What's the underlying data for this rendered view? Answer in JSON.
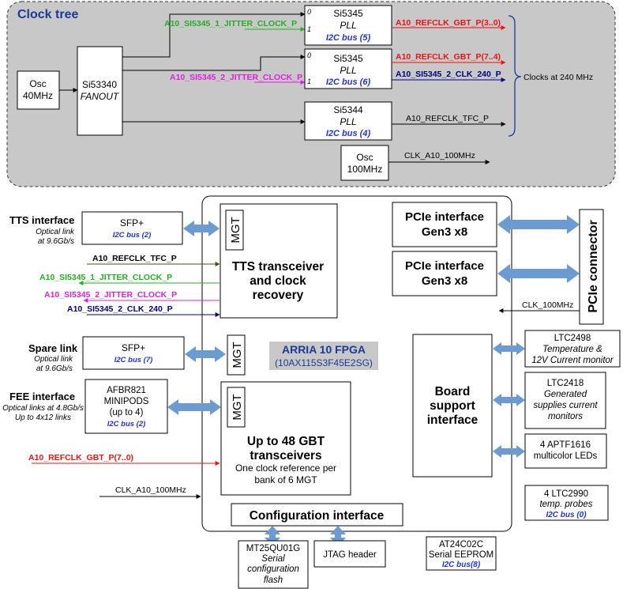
{
  "clock_tree": {
    "title": "Clock tree",
    "osc40": [
      "Osc",
      "40MHz"
    ],
    "fanout": [
      "Si53340",
      "FANOUT"
    ],
    "pll1": {
      "name": "Si5345",
      "type": "PLL",
      "bus": "I2C bus (5)",
      "in0": "0",
      "in1": "1"
    },
    "pll2": {
      "name": "Si5345",
      "type": "PLL",
      "bus": "I2C bus (6)",
      "in0": "0",
      "in1": "1"
    },
    "pll3": {
      "name": "Si5344",
      "type": "PLL",
      "bus": "I2C bus (4)"
    },
    "osc100": [
      "Osc",
      "100MHz"
    ],
    "sig_jitter1": "A10_SI5345_1_JITTER_CLOCK_P",
    "sig_jitter2": "A10_SI5345_2_JITTER_CLOCK_P",
    "sig_gbt_0_3": "A10_REFCLK_GBT_P(3..0)",
    "sig_gbt_7_4": "A10_REFCLK_GBT_P(7..4)",
    "sig_clk240": "A10_SI5345_2_CLK_240_P",
    "sig_tfc": "A10_REFCLK_TFC_P",
    "sig_clk100": "CLK_A10_100MHz",
    "clocks_note": "Clocks at 240 MHz"
  },
  "fpga": {
    "title": "ARRIA 10 FPGA",
    "part": "(10AX115S3F45E2SG)",
    "mgt": "MGT",
    "tts": [
      "TTS transceiver",
      "and clock",
      "recovery"
    ],
    "gbt": [
      "Up to 48 GBT",
      "transceivers",
      "One clock reference per",
      "bank of 6 MGT"
    ],
    "pcie1": [
      "PCIe interface",
      "Gen3 x8"
    ],
    "pcie2": [
      "PCIe interface",
      "Gen3 x8"
    ],
    "bsi": [
      "Board",
      "support",
      "interface"
    ],
    "config": "Configuration interface"
  },
  "left": {
    "tts_title": "TTS interface",
    "tts_sub": [
      "Optical link",
      "at 9.6Gb/s"
    ],
    "sfp1": {
      "name": "SFP+",
      "bus": "I2C bus (2)"
    },
    "spare_title": "Spare link",
    "spare_sub": [
      "Optical link",
      "at 9.6Gb/s"
    ],
    "sfp2": {
      "name": "SFP+",
      "bus": "I2C bus (7)"
    },
    "fee_title": "FEE interface",
    "fee_sub": [
      "Optical links at 4.8Gb/s",
      "Up to 4x12 links"
    ],
    "afbr": {
      "lines": [
        "AFBR821",
        "MINIPODS",
        "(up to 4)"
      ],
      "bus": "I2C bus (2)"
    },
    "sig_tfc": "A10_REFCLK_TFC_P",
    "sig_jitter1": "A10_SI5345_1_JITTER_CLOCK_P",
    "sig_jitter2": "A10_SI5345_2_JITTER_CLOCK_P",
    "sig_clk240": "A10_SI5345_2_CLK_240_P",
    "sig_gbt": "A10_REFCLK_GBT_P(7..0)",
    "sig_clk100": "CLK_A10_100MHz"
  },
  "right": {
    "pcie_connector": "PCIe connector",
    "clk_100": "CLK_100MHz",
    "ltc2498": [
      "LTC2498",
      "Temperature &",
      "12V Current monitor"
    ],
    "ltc2418": [
      "LTC2418",
      "Generated",
      "supplies current",
      "monitors"
    ],
    "leds": [
      "4 APTF1616",
      "multicolor LEDs"
    ],
    "ltc2990": {
      "lines": [
        "4 LTC2990",
        "temp. probes"
      ],
      "bus": "I2C bus (0)"
    }
  },
  "bottom": {
    "flash": [
      "MT25QU01G",
      "Serial",
      "configuration",
      "flash"
    ],
    "jtag": "JTAG header",
    "eeprom": {
      "lines": [
        "AT24C02C",
        "Serial EEPROM"
      ],
      "bus": "I2C bus(8)"
    }
  },
  "colors": {
    "green": "#22b022",
    "magenta": "#e01fe0",
    "red": "#ee1111",
    "navy": "#000080",
    "bus_blue": "#2233cc",
    "arrow_blue": "#6c9bd2",
    "olive": "#4d4d1a",
    "panel_gray": "#c8c8c8",
    "title_blue": "#1a3a9a"
  }
}
